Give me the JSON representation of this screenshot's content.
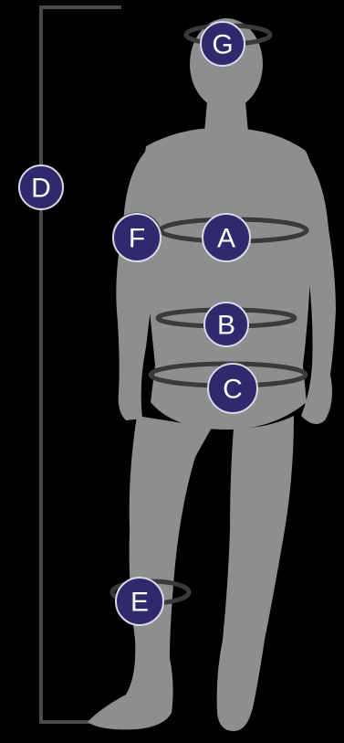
{
  "colors": {
    "background": "#000000",
    "figure": "#8e8e8e",
    "marker_fill": "#2f2a6e",
    "marker_border": "#d9d9e8",
    "marker_text": "#ffffff",
    "ring": "#3a3a3a",
    "bracket": "#4a4a4a"
  },
  "markers": {
    "a": "A",
    "b": "B",
    "c": "C",
    "d": "D",
    "e": "E",
    "f": "F",
    "g": "G"
  }
}
